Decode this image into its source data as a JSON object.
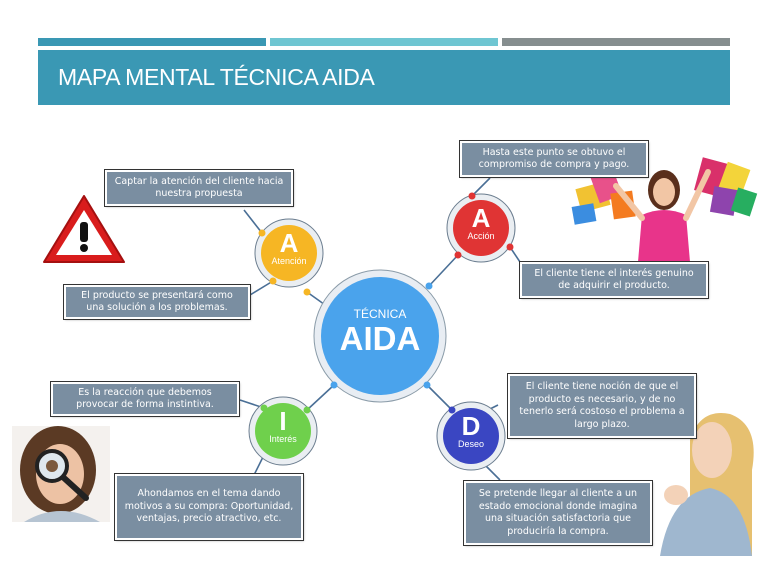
{
  "slide": {
    "title": "MAPA MENTAL TÉCNICA AIDA",
    "colors": {
      "bar1": "#3a98b4",
      "bar2": "#6fc6d2",
      "bar3": "#868e8f",
      "header": "#3a98b4",
      "box": "#7a8ea1"
    }
  },
  "center": {
    "line1": "TÉCNICA",
    "line2": "AIDA"
  },
  "nodes": {
    "atencion": {
      "letter": "A",
      "label": "Atención"
    },
    "accion": {
      "letter": "A",
      "label": "Acción"
    },
    "interes": {
      "letter": "I",
      "label": "Interés"
    },
    "deseo": {
      "letter": "D",
      "label": "Deseo"
    }
  },
  "boxes": {
    "atencion_1": "Captar la atención del cliente hacia nuestra propuesta",
    "atencion_2": "El producto se presentará como una solución a los problemas.",
    "accion_1": "Hasta este punto se obtuvo el compromiso de compra y pago.",
    "accion_2": "El cliente tiene el interés genuino de adquirir el producto.",
    "interes_1": "Es la reacción que debemos provocar de forma instintiva.",
    "interes_2": "Ahondamos en el tema dando motivos a su compra: Oportunidad, ventajas, precio atractivo, etc.",
    "deseo_1": "El cliente tiene noción de que el producto es necesario, y de no tenerlo será costoso el problema a largo plazo.",
    "deseo_2": "Se pretende llegar al cliente a un estado emocional donde imagina una situación satisfactoria que produciría la compra."
  },
  "icons": [
    "warning-icon",
    "shopping-woman-image",
    "magnifier-woman-image",
    "thinking-woman-image"
  ]
}
